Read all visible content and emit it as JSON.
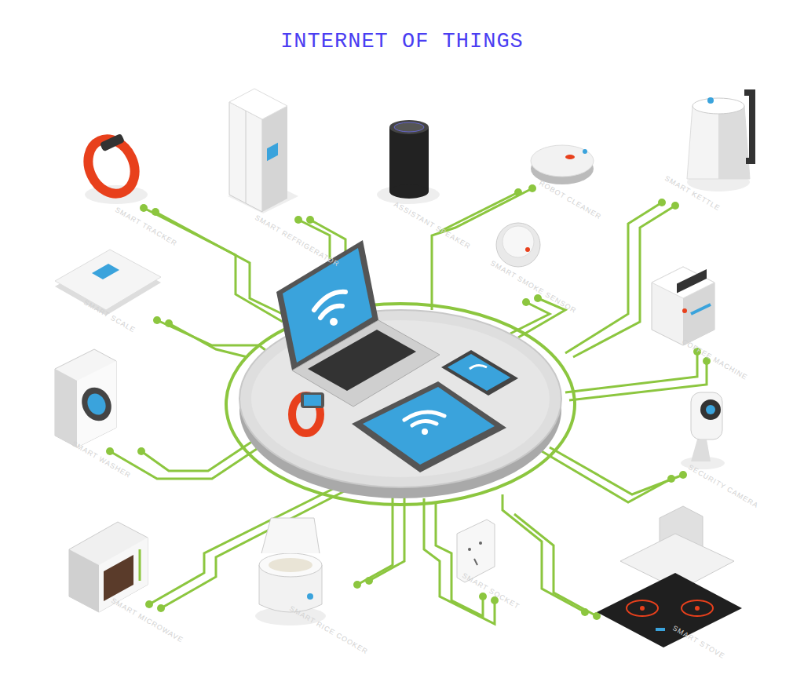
{
  "diagram": {
    "title": "INTERNET OF THINGS",
    "labels": [
      "SMART TRACKER",
      "SMART REFRIGERATOR",
      "ASSISTANT SPEAKER",
      "ROBOT CLEANER",
      "SMART KETTLE",
      "SMART SMOKE SENSOR",
      "SMART SCALE",
      "COFFEE MACHINE",
      "SMART WASHER",
      "SECURITY CAMERA",
      "SMART MICROWAVE",
      "SMART RICE COOKER",
      "SMART SOCKET",
      "SMART STOVE"
    ]
  }
}
